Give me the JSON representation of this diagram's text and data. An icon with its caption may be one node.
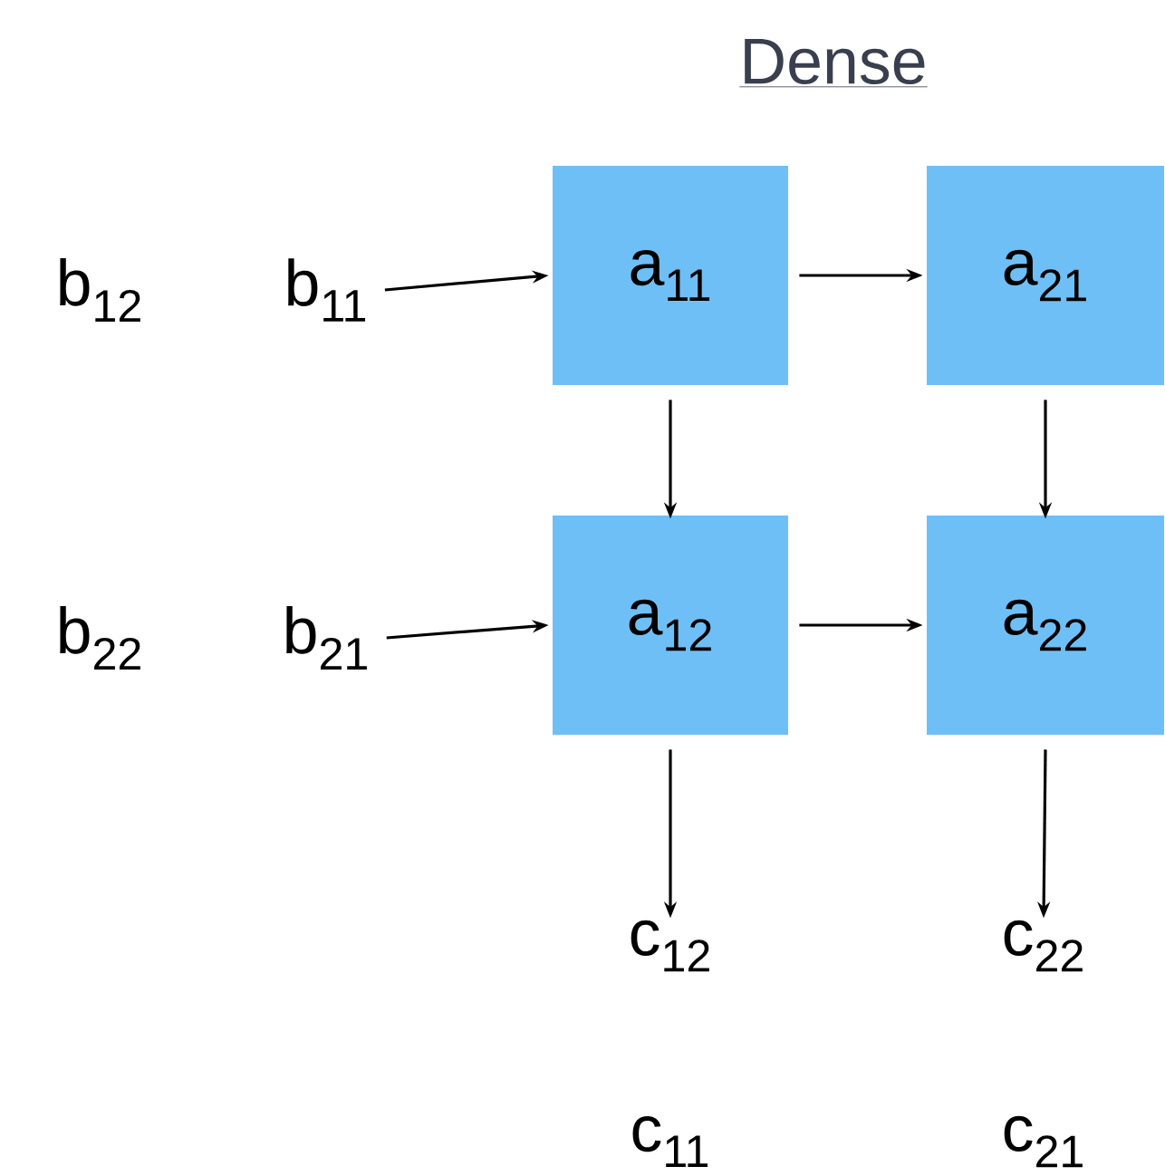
{
  "diagram": {
    "title": "Dense",
    "nodes": [
      {
        "text": [
          "a$_{11}$"
        ]
      },
      {
        "text": [
          "a$_{21}$"
        ]
      },
      {
        "text": [
          "b$_{11}$"
        ]
      },
      {
        "text": [
          "a$_{12}$"
        ]
      },
      {
        "text": [
          "a$_{22}$"
        ]
      },
      {
        "text": [
          "b$_{21}$"
        ]
      },
      {
        "text": [
          "c$_{12}$"
        ]
      },
      {
        "text": [
          "c$_{22}$"
        ]
      }
    ],
    "edges": [
      {
        "from": 2,
        "to": 0,
        "arrow": "to"
      },
      {
        "from": 0,
        "to": 1,
        "arrow": "to"
      },
      {
        "from": 0,
        "to": 3,
        "arrow": "to"
      },
      {
        "from": 1,
        "to": 4,
        "arrow": "to"
      },
      {
        "from": 5,
        "to": 3,
        "arrow": "to"
      },
      {
        "from": 3,
        "to": 4,
        "arrow": "to"
      },
      {
        "from": 3,
        "to": 6,
        "arrow": "to"
      },
      {
        "from": 4,
        "to": 7,
        "arrow": "to"
      }
    ],
    "labels": [
      "b$_{12}$",
      "b$_{22}$",
      "c$_{11}$",
      "c$_{21}$"
    ]
  }
}
